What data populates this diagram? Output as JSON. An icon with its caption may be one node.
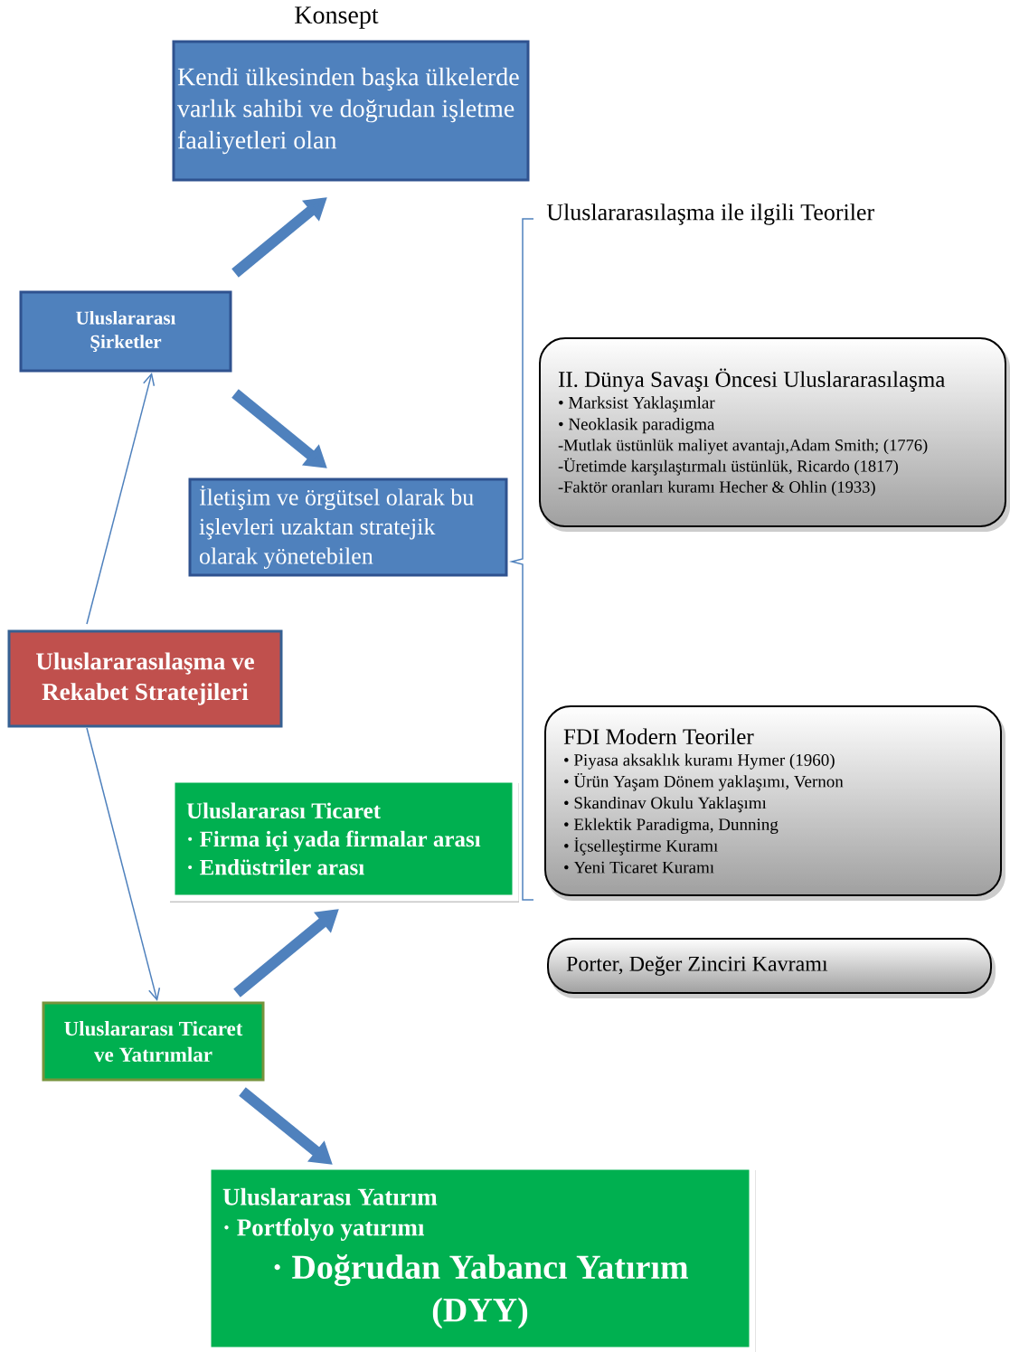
{
  "diagram": {
    "nodes": [
      {
        "text": [
          "Konsept",
          "Kendi ülkesinden başka ülkelerde varlık sahibi ve doğrudan işletme faaliyetleri olan"
        ]
      },
      {
        "text": [
          "Uluslararası Şirketler"
        ]
      },
      {
        "text": [
          "İletişim ve örgütsel olarak bu işlevleri uzaktan stratejik olarak yönetebilen"
        ]
      },
      {
        "text": [
          "Uluslararasılaşma ve Rekabet Stratejileri"
        ]
      },
      {
        "text": [
          "Uluslararası Ticaret",
          "· Firma içi yada firmalar arası",
          "· Endüstriler arası"
        ]
      },
      {
        "text": [
          "Uluslararası Ticaret ve Yatırımlar"
        ]
      },
      {
        "text": [
          "Uluslararası Yatırım",
          "· Portfolyo yatırımı",
          "· Doğrudan Yabancı Yatırım (DYY)"
        ]
      },
      {
        "text": [
          "II. Dünya Savaşı Öncesi Uluslararasılaşma",
          "• Marksist Yaklaşımlar",
          "• Neoklasik paradigma",
          "-Mutlak üstünlük maliyet avantajı,Adam Smith; (1776)",
          "-Üretimde karşılaştırmalı üstünlük, Ricardo (1817)",
          "-Faktör oranları kuramı Hecher & Ohlin (1933)"
        ]
      },
      {
        "text": [
          "FDI Modern Teoriler",
          "• Piyasa aksaklık kuramı Hymer (1960)",
          "• Ürün Yaşam Dönem yaklaşımı, Vernon",
          "• Skandinav Okulu Yaklaşımı",
          "• Eklektik Paradigma, Dunning",
          "• İçselleştirme Kuramı",
          "• Yeni Ticaret  Kuramı"
        ]
      },
      {
        "text": [
          "Porter, Değer Zinciri Kavramı"
        ]
      }
    ],
    "edges": [
      {
        "from": 1,
        "to": 0,
        "arrow": "to"
      },
      {
        "from": 1,
        "to": 2,
        "arrow": "to"
      },
      {
        "from": 3,
        "to": 1,
        "arrow": "to"
      },
      {
        "from": 3,
        "to": 5,
        "arrow": "to"
      },
      {
        "from": 5,
        "to": 4,
        "arrow": "to"
      },
      {
        "from": 5,
        "to": 6,
        "arrow": "to"
      }
    ],
    "labels": [
      "Uluslararasılaşma ile ilgili Teoriler"
    ]
  }
}
